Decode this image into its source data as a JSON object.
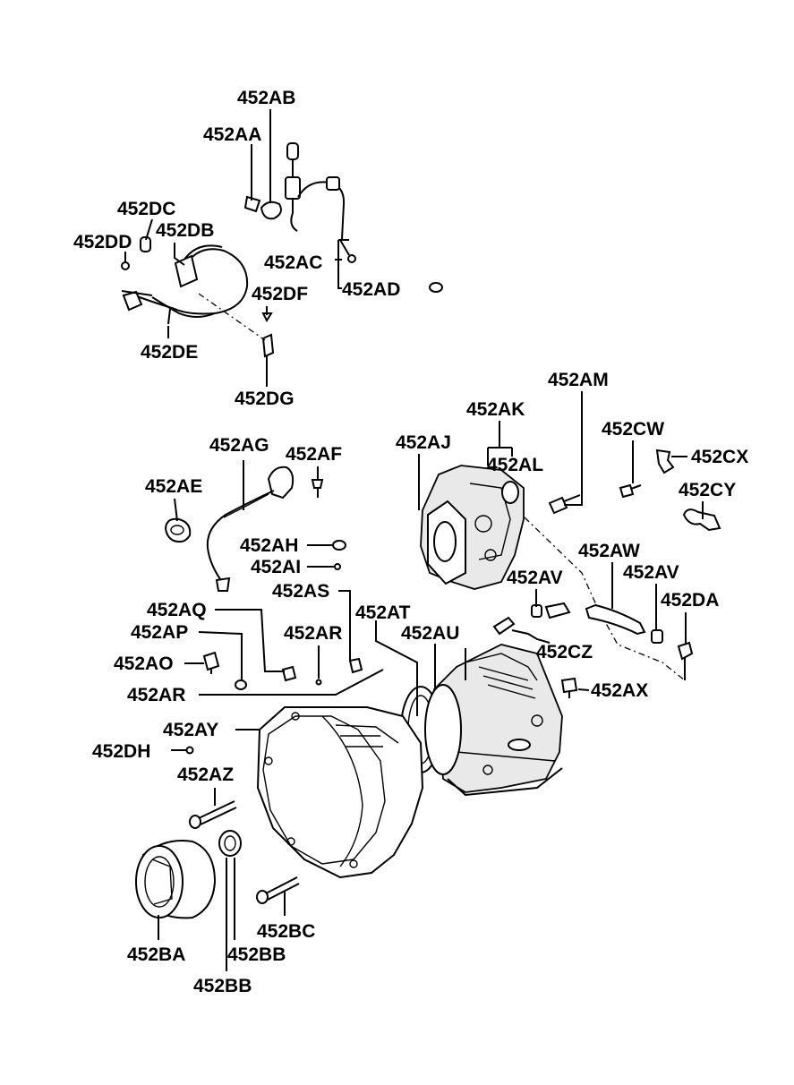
{
  "labels": {
    "l452AB": "452AB",
    "l452AA": "452AA",
    "l452DC": "452DC",
    "l452DD": "452DD",
    "l452DB": "452DB",
    "l452AC": "452AC",
    "l452AD": "452AD",
    "l452DF": "452DF",
    "l452DE": "452DE",
    "l452DG": "452DG",
    "l452AM": "452AM",
    "l452AK": "452AK",
    "l452AJ": "452AJ",
    "l452AL": "452AL",
    "l452CW": "452CW",
    "l452CX": "452CX",
    "l452CY": "452CY",
    "l452AG": "452AG",
    "l452AF": "452AF",
    "l452AE": "452AE",
    "l452AH": "452AH",
    "l452AI": "452AI",
    "l452AW": "452AW",
    "l452AV1": "452AV",
    "l452AV2": "452AV",
    "l452DA": "452DA",
    "l452AS": "452AS",
    "l452AQ": "452AQ",
    "l452AT": "452AT",
    "l452AP": "452AP",
    "l452AR1": "452AR",
    "l452AU": "452AU",
    "l452CZ": "452CZ",
    "l452AO": "452AO",
    "l452AX": "452AX",
    "l452AR2": "452AR",
    "l452AY": "452AY",
    "l452DH": "452DH",
    "l452AZ": "452AZ",
    "l452BC": "452BC",
    "l452BA": "452BA",
    "l452BB1": "452BB",
    "l452BB2": "452BB"
  }
}
